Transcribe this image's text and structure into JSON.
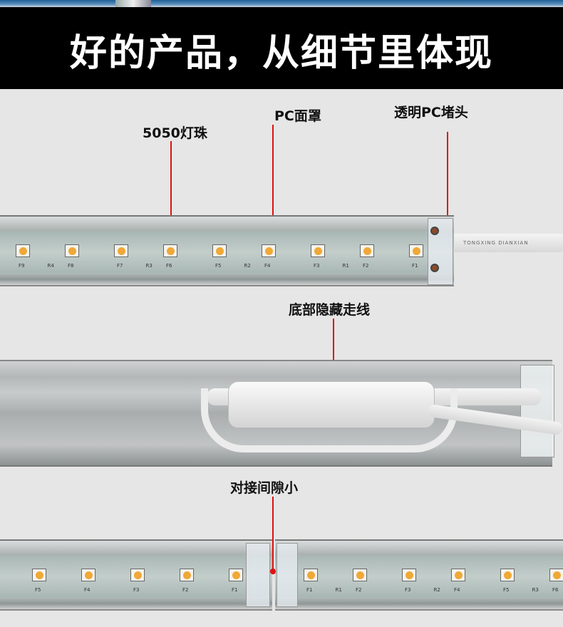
{
  "header": {
    "title": "好的产品，从细节里体现"
  },
  "callouts": {
    "led": "5050灯珠",
    "pc_cover": "PC面罩",
    "end_cap": "透明PC堵头",
    "hidden_wiring": "底部隐藏走线",
    "small_gap": "对接间隙小"
  },
  "strip1": {
    "leds": [
      "F9",
      "F8",
      "F7",
      "F6",
      "F5",
      "F4",
      "F3",
      "F2",
      "F1"
    ],
    "resistors": [
      "R4",
      "R3",
      "R2",
      "R1"
    ],
    "cable_text": "TONGXING DIANXIAN"
  },
  "strip3": {
    "left_leds": [
      "F5",
      "F4",
      "F3",
      "F2",
      "F1"
    ],
    "right_leds": [
      "F1",
      "F2",
      "F3",
      "F4",
      "F5",
      "F6"
    ],
    "right_resistors": [
      "R1",
      "R2",
      "R3"
    ]
  },
  "colors": {
    "callout_line": "#e01010",
    "header_bg": "#000000",
    "led": "#f0a836"
  }
}
